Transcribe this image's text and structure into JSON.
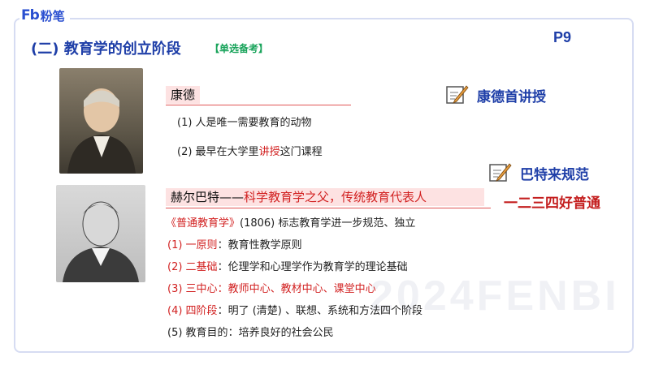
{
  "brand": {
    "mark": "Fb",
    "name": "粉笔"
  },
  "page_number": "P9",
  "section": {
    "title": "(二) 教育学的创立阶段",
    "tag": "【单选备考】"
  },
  "kant": {
    "name": "康德",
    "points": [
      {
        "prefix": "(1) ",
        "text": "人是唯一需要教育的动物",
        "highlight": "",
        "suffix": ""
      },
      {
        "prefix": "(2) 最早在大学里",
        "highlight": "讲授",
        "suffix": "这门课程"
      }
    ]
  },
  "herbart": {
    "name": "赫尔巴特——",
    "title_red": "科学教育学之父，传统教育代表人",
    "book_red": "《普通教育学》",
    "book_rest": "(1806) 标志教育学进一步规范、独立",
    "points": [
      {
        "label": "(1) 一原则",
        "text": "：教育性教学原则",
        "label_red": true,
        "text_red": false
      },
      {
        "label": "(2) 二基础",
        "text": "：伦理学和心理学作为教育学的理论基础",
        "label_red": true,
        "text_red": false
      },
      {
        "label": "(3) 三中心",
        "text": "：教师中心、教材中心、课堂中心",
        "label_red": true,
        "text_red": true
      },
      {
        "label": "(4) 四阶段",
        "text": "：明了 (清楚) 、联想、系统和方法四个阶段",
        "label_red": true,
        "text_red": false
      },
      {
        "label": "(5) 教育目的",
        "text": "：培养良好的社会公民",
        "label_red": false,
        "text_red": false
      }
    ]
  },
  "notes": {
    "kant_mnemonic": "康德首讲授",
    "herbart_mnemonic": "巴特来规范",
    "herbart_mnemonic_2": "一二三四好普通"
  },
  "watermark": "2024FENBI",
  "colors": {
    "accent_blue": "#1f3fa8",
    "red": "#d22222",
    "green": "#18a35a",
    "pink_bg": "#fde2e2"
  }
}
